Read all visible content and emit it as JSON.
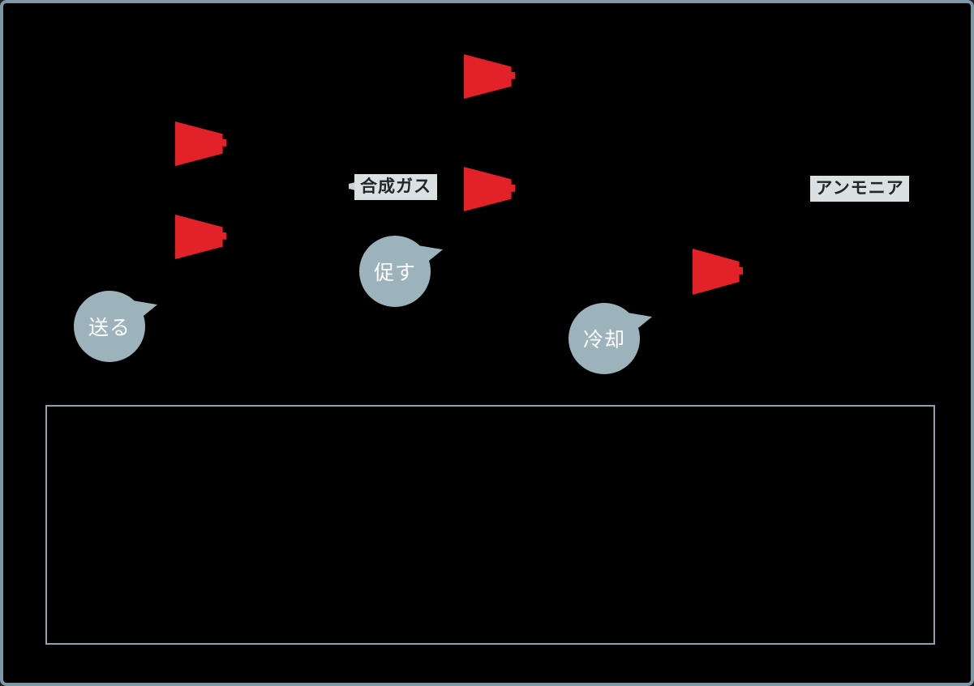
{
  "colors": {
    "background": "#000000",
    "frame_border": "#7d98a6",
    "arrow_red": "#e22128",
    "bubble_fill": "#9db3bb",
    "bubble_text": "#ffffff",
    "label_bg": "#dbe0e2",
    "label_text": "#20262a",
    "note_box_border": "#8ba3af"
  },
  "labels": {
    "syngas": "合成ガス",
    "ammonia": "アンモニア"
  },
  "bubbles": {
    "send": "送る",
    "promote": "促す",
    "cool": "冷却"
  }
}
